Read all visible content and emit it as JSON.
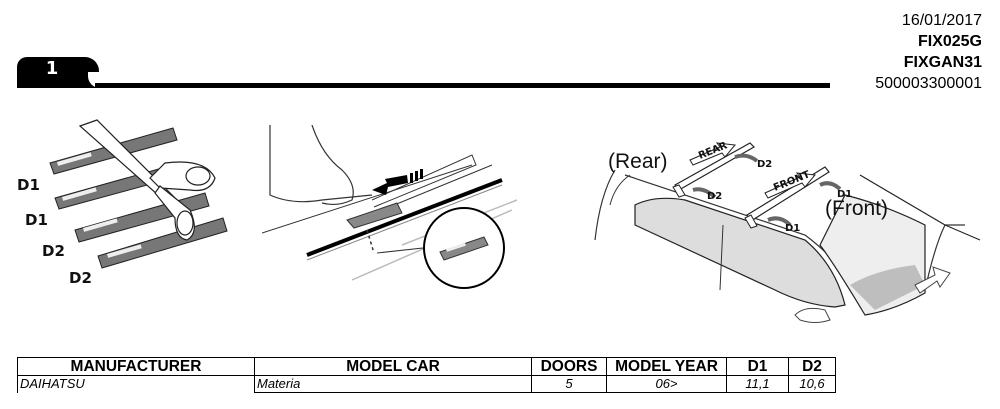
{
  "header": {
    "step_number": "1",
    "date": "16/01/2017",
    "product_code_1": "FIX025G",
    "product_code_2": "FIXGAN31",
    "reference_number": "500003300001"
  },
  "illustrations": {
    "cutting": {
      "labels": [
        "D1",
        "D1",
        "D2",
        "D2"
      ]
    },
    "inserting": {},
    "car": {
      "rear_label": "(Rear)",
      "front_label": "(Front)",
      "bar_rear_tag": "REAR",
      "bar_front_tag": "FRONT",
      "arrow_labels": [
        "D2",
        "D2",
        "D1",
        "D1"
      ]
    }
  },
  "table": {
    "headers": [
      "MANUFACTURER",
      "MODEL CAR",
      "DOORS",
      "MODEL YEAR",
      "D1",
      "D2"
    ],
    "rows": [
      {
        "manufacturer": "DAIHATSU",
        "model_car": "Materia",
        "doors": "5",
        "model_year": "06>",
        "d1": "11,1",
        "d2": "10,6"
      }
    ]
  }
}
